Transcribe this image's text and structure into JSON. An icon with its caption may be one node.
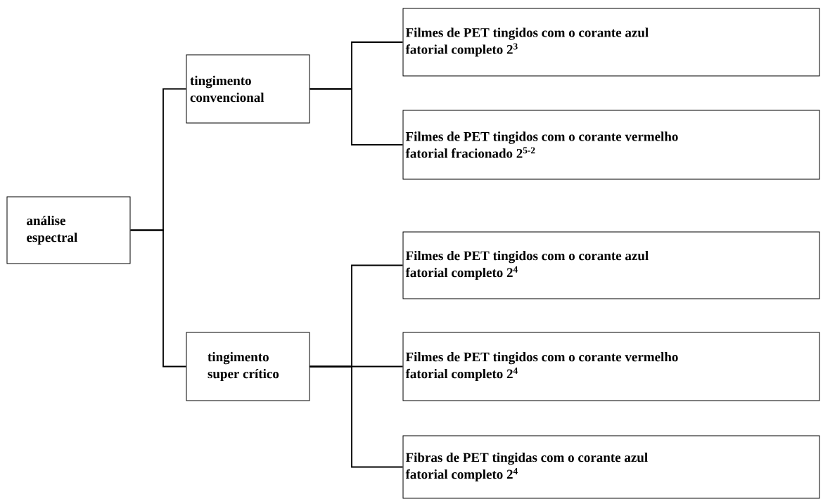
{
  "diagram": {
    "nodes": [
      {
        "text": [
          "análise espectral"
        ]
      },
      {
        "text": [
          "tingimento convencional"
        ]
      },
      {
        "text": [
          "Filmes de PET tingidos com o corante azul",
          "fatorial completo 2$^{3}$"
        ]
      },
      {
        "text": [
          "Filmes de PET tingidos com o corante vermelho",
          "fatorial fracionado 2$^{5-2}$"
        ]
      },
      {
        "text": [
          "tingimento super crítico"
        ]
      },
      {
        "text": [
          "Filmes de PET tingidos com o corante azul",
          "fatorial completo 2$^{4}$"
        ]
      },
      {
        "text": [
          "Filmes de PET tingidos com o corante vermelho",
          "fatorial completo 2$^{4}$"
        ]
      },
      {
        "text": [
          "Fibras de PET tingidas com o corante azul",
          "fatorial completo 2$^{4}$"
        ]
      }
    ],
    "edges": [
      {
        "from": 0,
        "to": 1,
        "arrow": "none"
      },
      {
        "from": 0,
        "to": 4,
        "arrow": "none"
      },
      {
        "from": 1,
        "to": 2,
        "arrow": "none"
      },
      {
        "from": 1,
        "to": 3,
        "arrow": "none"
      },
      {
        "from": 4,
        "to": 5,
        "arrow": "none"
      },
      {
        "from": 4,
        "to": 6,
        "arrow": "none"
      },
      {
        "from": 4,
        "to": 7,
        "arrow": "none"
      }
    ]
  }
}
